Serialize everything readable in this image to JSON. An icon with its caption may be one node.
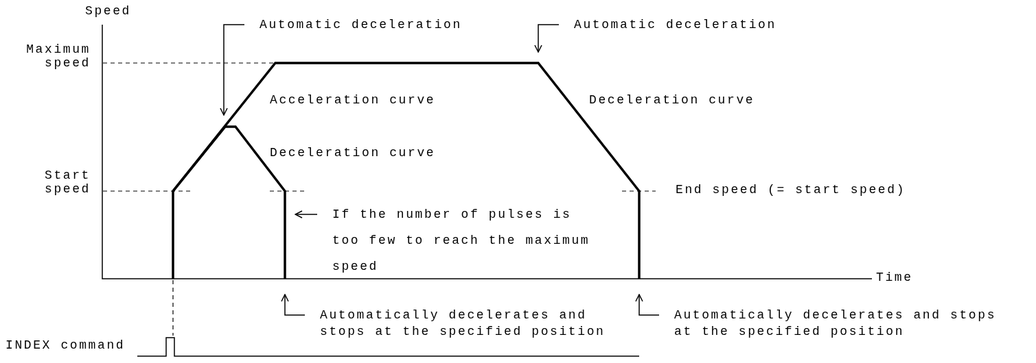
{
  "diagram": {
    "nodes": [
      {
        "text": [
          "Automatic deceleration"
        ]
      },
      {
        "text": [
          "Automatic deceleration"
        ]
      },
      {
        "text": [
          "If the number of pulses is too few to reach the maximum speed"
        ]
      },
      {
        "text": [
          "Automatically decelerates and stops at the specified position"
        ]
      },
      {
        "text": [
          "Automatically decelerates and stops at the specified position"
        ]
      }
    ],
    "edges": [
      {
        "from": 0,
        "to": null,
        "arrow": "to"
      },
      {
        "from": 1,
        "to": null,
        "arrow": "to"
      },
      {
        "from": 2,
        "to": null,
        "arrow": "to"
      },
      {
        "from": 3,
        "to": null,
        "arrow": "to"
      },
      {
        "from": 4,
        "to": null,
        "arrow": "to"
      }
    ],
    "labels": [
      "Speed",
      "Maximum speed",
      "Acceleration curve",
      "Deceleration curve",
      "Start speed",
      "Deceleration curve",
      "End speed (= start speed)",
      "Time",
      "INDEX command"
    ]
  }
}
